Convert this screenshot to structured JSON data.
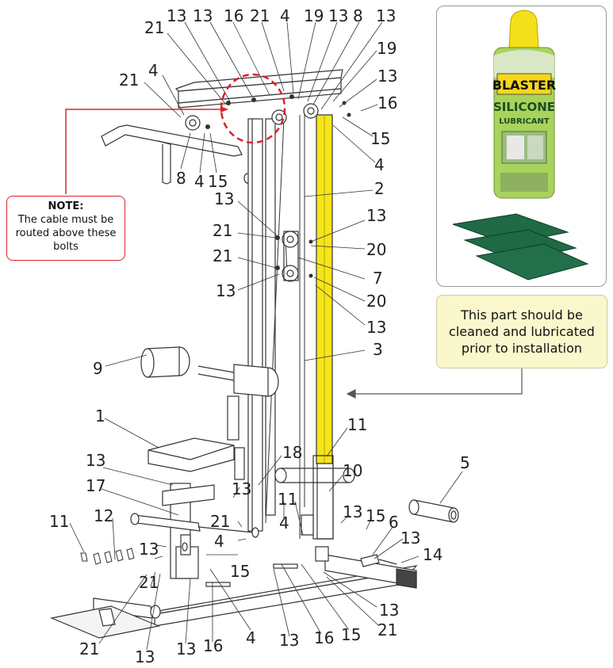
{
  "note": {
    "title": "NOTE:",
    "text": "The cable must be\nrouted above these\nbolts"
  },
  "callout": {
    "text": "This part should be\ncleaned and lubricated\nprior to installation"
  },
  "product": {
    "brand": "BLASTER",
    "line1": "SILICONE",
    "line2": "LUBRICANT",
    "sponge_color": "#1f6b46",
    "can_cap_color": "#f4df1a"
  },
  "colors": {
    "highlight_yellow": "#f6e51c",
    "note_red": "#d8232a",
    "callout_bg": "#fbf7cd"
  },
  "labels": {
    "l1": "13",
    "l2": "13",
    "l3": "16",
    "l4": "21",
    "l5": "4",
    "l6": "19",
    "l7": "13",
    "l8": "8",
    "l9": "13",
    "l10": "21",
    "l11": "19",
    "l12": "21",
    "l13": "4",
    "l14": "13",
    "l15": "16",
    "l16": "15",
    "l17": "4",
    "l18": "8",
    "l19": "4",
    "l20": "15",
    "l21": "2",
    "l22": "13",
    "l23": "13",
    "l24": "21",
    "l25": "20",
    "l26": "21",
    "l27": "13",
    "l28": "7",
    "l29": "20",
    "l30": "13",
    "l31": "3",
    "l32": "9",
    "l33": "11",
    "l34": "1",
    "l35": "18",
    "l36": "5",
    "l37": "13",
    "l38": "10",
    "l39": "17",
    "l40": "13",
    "l41": "11",
    "l42": "12",
    "l43": "11",
    "l44": "21",
    "l45": "13",
    "l46": "15",
    "l47": "6",
    "l48": "4",
    "l49": "4",
    "l50": "13",
    "l51": "13",
    "l52": "14",
    "l53": "21",
    "l54": "15",
    "l55": "13",
    "l56": "21",
    "l57": "13",
    "l58": "16",
    "l59": "4",
    "l60": "13",
    "l61": "16",
    "l62": "15",
    "l63": "21",
    "l64": "13"
  }
}
